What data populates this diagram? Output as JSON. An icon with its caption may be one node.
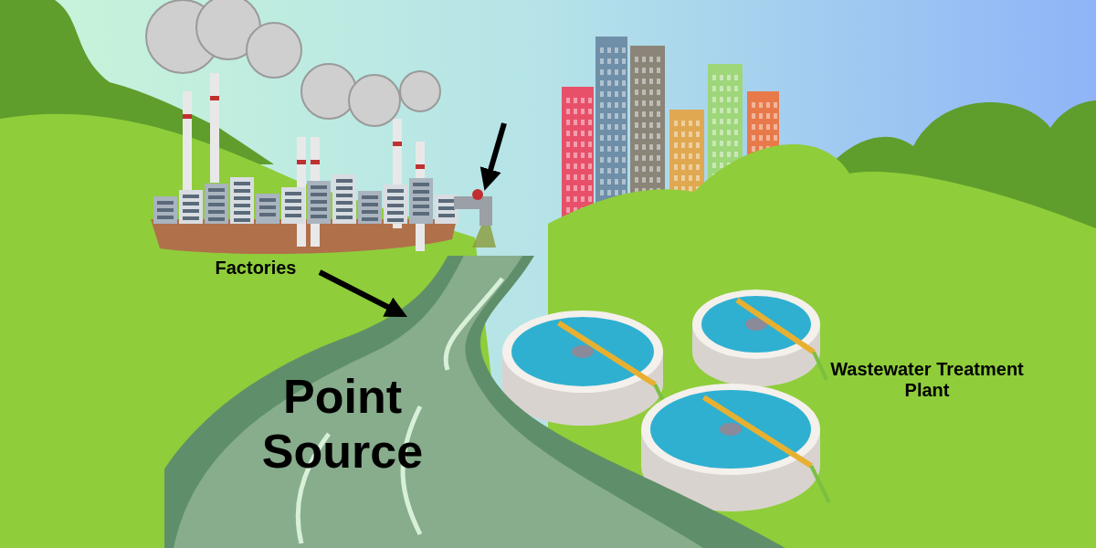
{
  "diagram": {
    "nodes": [
      {
        "text": [
          "Factories"
        ]
      },
      {
        "text": [],
        "shape": "picture"
      },
      {
        "text": [],
        "shape": "picture"
      }
    ],
    "edges": [
      {
        "from": 0,
        "to": 1,
        "arrow": "to"
      },
      {
        "from": null,
        "to": 2,
        "arrow": "to"
      }
    ],
    "labels": [
      "Point Source",
      "Wastewater Treatment Plant"
    ]
  }
}
